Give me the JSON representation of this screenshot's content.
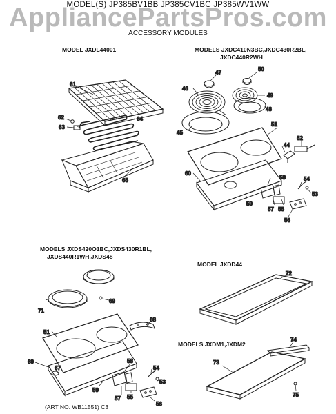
{
  "header": {
    "model_line": "MODEL(S) JP385BV1BB JP385CV1BC JP385WV1WW",
    "watermark": "AppliancePartsPros.com",
    "subtitle": "ACCESSORY MODULES"
  },
  "sections": {
    "jxdl": {
      "title": "MODEL JXDL44001",
      "parts": [
        "61",
        "62",
        "63",
        "64",
        "65"
      ]
    },
    "jxdc": {
      "title_1": "MODELS JXDC410N3BC,JXDC430R2BL,",
      "title_2": "JXDC440R2WH",
      "parts": [
        "47",
        "50",
        "46",
        "49",
        "48",
        "45",
        "51",
        "44",
        "52",
        "60",
        "58",
        "54",
        "53",
        "59",
        "57",
        "55",
        "56"
      ]
    },
    "jxds": {
      "title_1": "MODELS JXDS420O1BC,JXDS430R1BL,",
      "title_2": "JXDS440R1WH,JXDS48",
      "parts": [
        "71",
        "69",
        "68",
        "51",
        "60",
        "67",
        "58",
        "54",
        "53",
        "59",
        "57",
        "55",
        "56"
      ]
    },
    "jxdd": {
      "title": "MODEL JXDD44",
      "parts": [
        "72"
      ]
    },
    "jxdm": {
      "title": "MODELS JXDM1,JXDM2",
      "parts": [
        "74",
        "73",
        "75"
      ]
    }
  },
  "footer": {
    "art_number": "(ART NO. WB11551) C3"
  }
}
